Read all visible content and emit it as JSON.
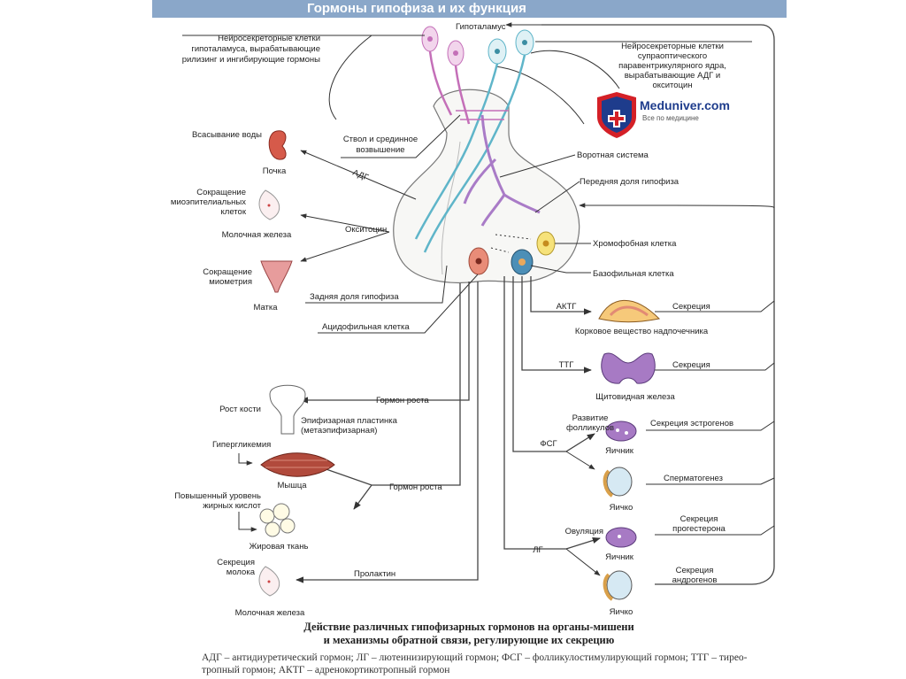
{
  "header": {
    "title": "Гормоны гипофиза и их функция"
  },
  "logo": {
    "name": "Meduniver.com",
    "tagline": "Все по медицине"
  },
  "labels": {
    "hypothalamus": "Гипоталамус",
    "neuro_left": [
      "Нейросекреторные клетки",
      "гипоталамуса, вырабатывающие",
      "рилизинг и ингибирующие гормоны"
    ],
    "neuro_right": [
      "Нейросекреторные клетки",
      "супраоптического",
      "паравентрикулярного ядра,",
      "вырабатывающие АДГ и",
      "окситоцин"
    ],
    "stalk": [
      "Ствол и срединное",
      "возвышение"
    ],
    "portal": "Воротная система",
    "anterior": "Передняя доля гипофиза",
    "chromophobe": "Хромофобная клетка",
    "basophil": "Базофильная клетка",
    "posterior": "Задняя доля гипофиза",
    "acidophil": "Ацидофильная клетка"
  },
  "left_targets": {
    "water": "Всасывание воды",
    "kidney": "Почка",
    "adh": "АДГ",
    "myoepi": [
      "Сокращение",
      "миоэпителиальных",
      "клеток"
    ],
    "mammary1": "Молочная железа",
    "oxytocin": "Окситоцин",
    "myometrium": [
      "Сокращение",
      "миометрия"
    ],
    "uterus": "Матка",
    "bone_growth": "Рост кости",
    "gh1": "Гормон роста",
    "epiphysis": [
      "Эпифизарная пластинка",
      "(метаэпифизарная)"
    ],
    "hyperglycemia": "Гипергликемия",
    "muscle": "Мышца",
    "gh2": "Гормон роста",
    "fatty": [
      "Повышенный уровень",
      "жирных кислот"
    ],
    "adipose": "Жировая ткань",
    "prolactin": "Пролактин",
    "milk": [
      "Секреция",
      "молока"
    ],
    "mammary2": "Молочная железа"
  },
  "right_targets": {
    "acth": "АКТГ",
    "secretion1": "Секреция",
    "adrenal": "Корковое вещество надпочечника",
    "tsh": "ТТГ",
    "secretion2": "Секреция",
    "thyroid": "Щитовидная железа",
    "follicles": [
      "Развитие",
      "фолликулов"
    ],
    "estrogen": "Секреция эстрогенов",
    "fsh": "ФСГ",
    "ovary1": "Яичник",
    "spermatogenesis": "Сперматогенез",
    "testis1": "Яичко",
    "ovulation": "Овуляция",
    "progesterone": [
      "Секреция",
      "прогестерона"
    ],
    "lh": "ЛГ",
    "ovary2": "Яичник",
    "androgens": [
      "Секреция",
      "андрогенов"
    ],
    "testis2": "Яичко"
  },
  "caption": {
    "line1": "Действие различных гипофизарных гормонов на органы-мишени",
    "line2": "и механизмы обратной связи, регулирующие их секрецию"
  },
  "legend": {
    "line1": "АДГ – антидиуретический гормон; ЛГ – лютеинизирующий гормон; ФСГ – фолликулостимулирующий гормон; ТТГ – тирео-",
    "line2": "тропный гормон; АКТГ – адренокортикотропный гормон"
  },
  "colors": {
    "header": "#8aa7c9",
    "neuron_pink": "#d58ac9",
    "neuron_blue": "#7ec6d8",
    "logo_red": "#d42027",
    "logo_blue": "#1e3c8c"
  }
}
